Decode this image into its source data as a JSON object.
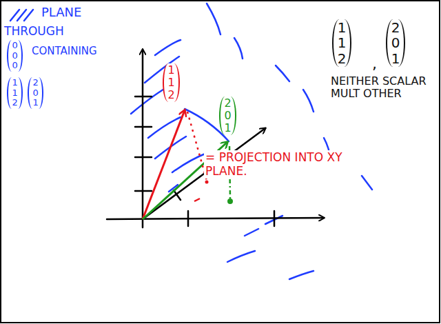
{
  "diagram": {
    "labels": [
      "PLANE",
      "THROUGH",
      "0 0 0",
      "CONTAINING",
      "1 1 2",
      "2 0 1",
      "1 1 2",
      ",",
      "2 0 1",
      "NEITHER SCALAR MULT OTHER",
      "1 1 2",
      "2 0 1",
      "= PROJECTION INTO XY PLANE."
    ]
  }
}
